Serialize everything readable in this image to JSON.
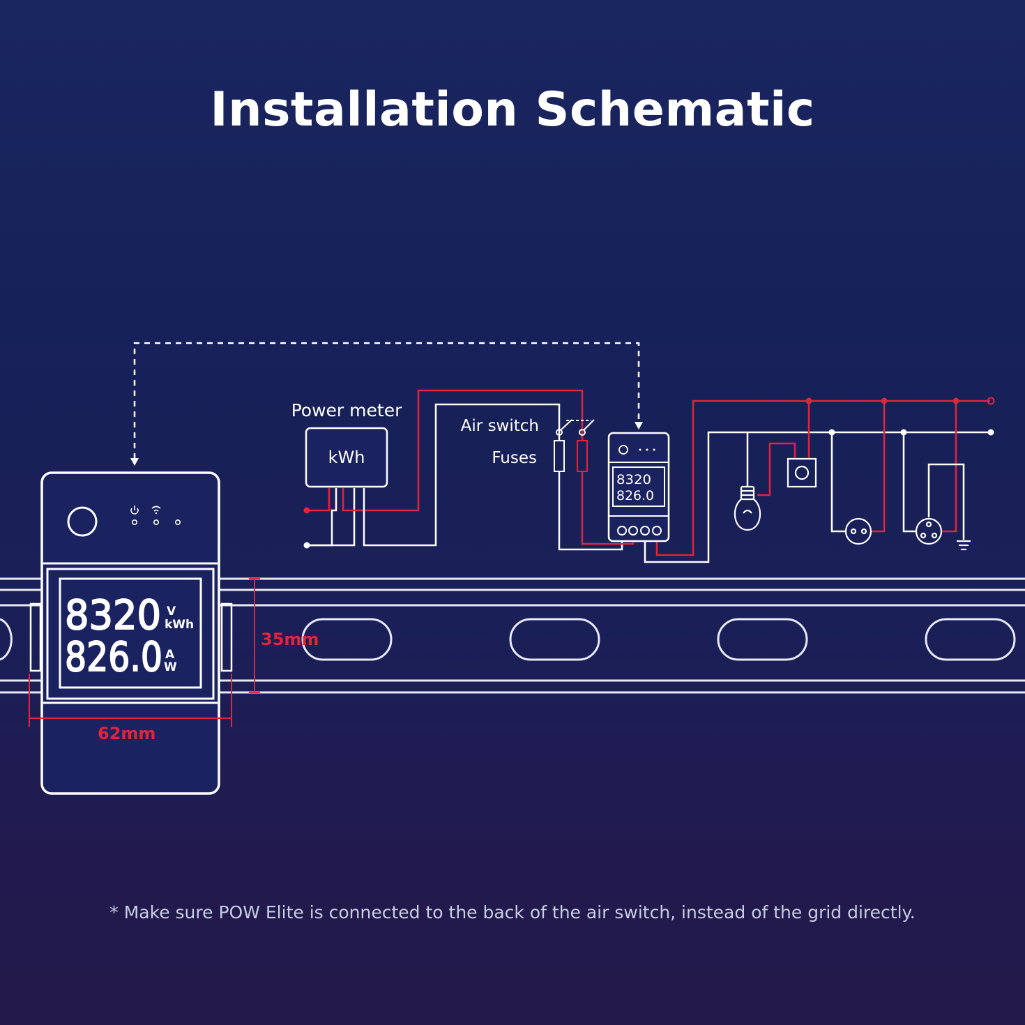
{
  "title": "Installation Schematic",
  "labels": {
    "power_meter": "Power meter",
    "kwh": "kWh",
    "air_switch": "Air switch",
    "fuses": "Fuses"
  },
  "device_display": {
    "top_value": "8320",
    "top_units_1": "V",
    "top_units_2": "kWh",
    "bottom_value": "826.0",
    "bottom_units_1": "A",
    "bottom_units_2": "W"
  },
  "small_device_display": {
    "top_value": "8320",
    "bottom_value": "826.0"
  },
  "dimensions": {
    "height": "35mm",
    "width": "62mm"
  },
  "footnote": "* Make sure POW Elite is connected to the back of the air switch, instead of the grid directly.",
  "colors": {
    "background": "#1a2360",
    "line": "#ffffff",
    "live_wire": "#e2233c",
    "dimension": "#e2233c"
  }
}
